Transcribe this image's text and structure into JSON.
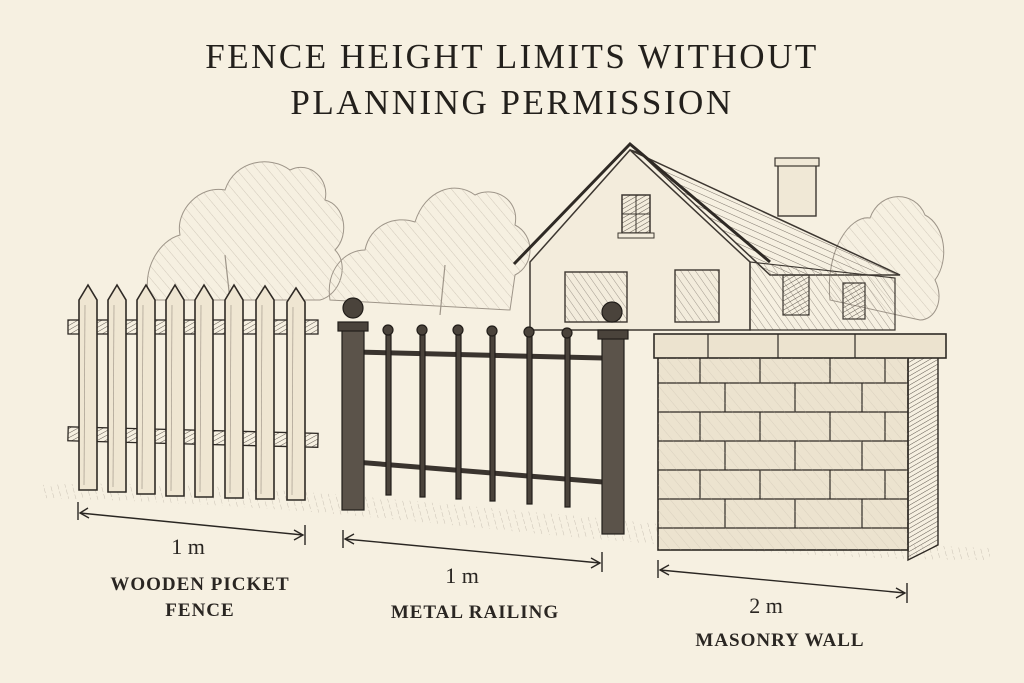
{
  "title": {
    "line1": "FENCE HEIGHT LIMITS WITHOUT",
    "line2": "PLANNING PERMISSION"
  },
  "items": [
    {
      "name": "Wooden picket fence",
      "label_line1": "WOODEN PICKET",
      "label_line2": "FENCE",
      "height": "1 m"
    },
    {
      "name": "Metal railing",
      "label_line1": "METAL RAILING",
      "label_line2": "",
      "height": "1 m"
    },
    {
      "name": "Masonry wall",
      "label_line1": "MASONRY WALL",
      "label_line2": "",
      "height": "2 m"
    }
  ],
  "colors": {
    "background": "#f6f0e1",
    "ink": "#2a2622",
    "wood": "#efe6d2",
    "metal": "#4a433b",
    "brick": "#ece3cf"
  }
}
